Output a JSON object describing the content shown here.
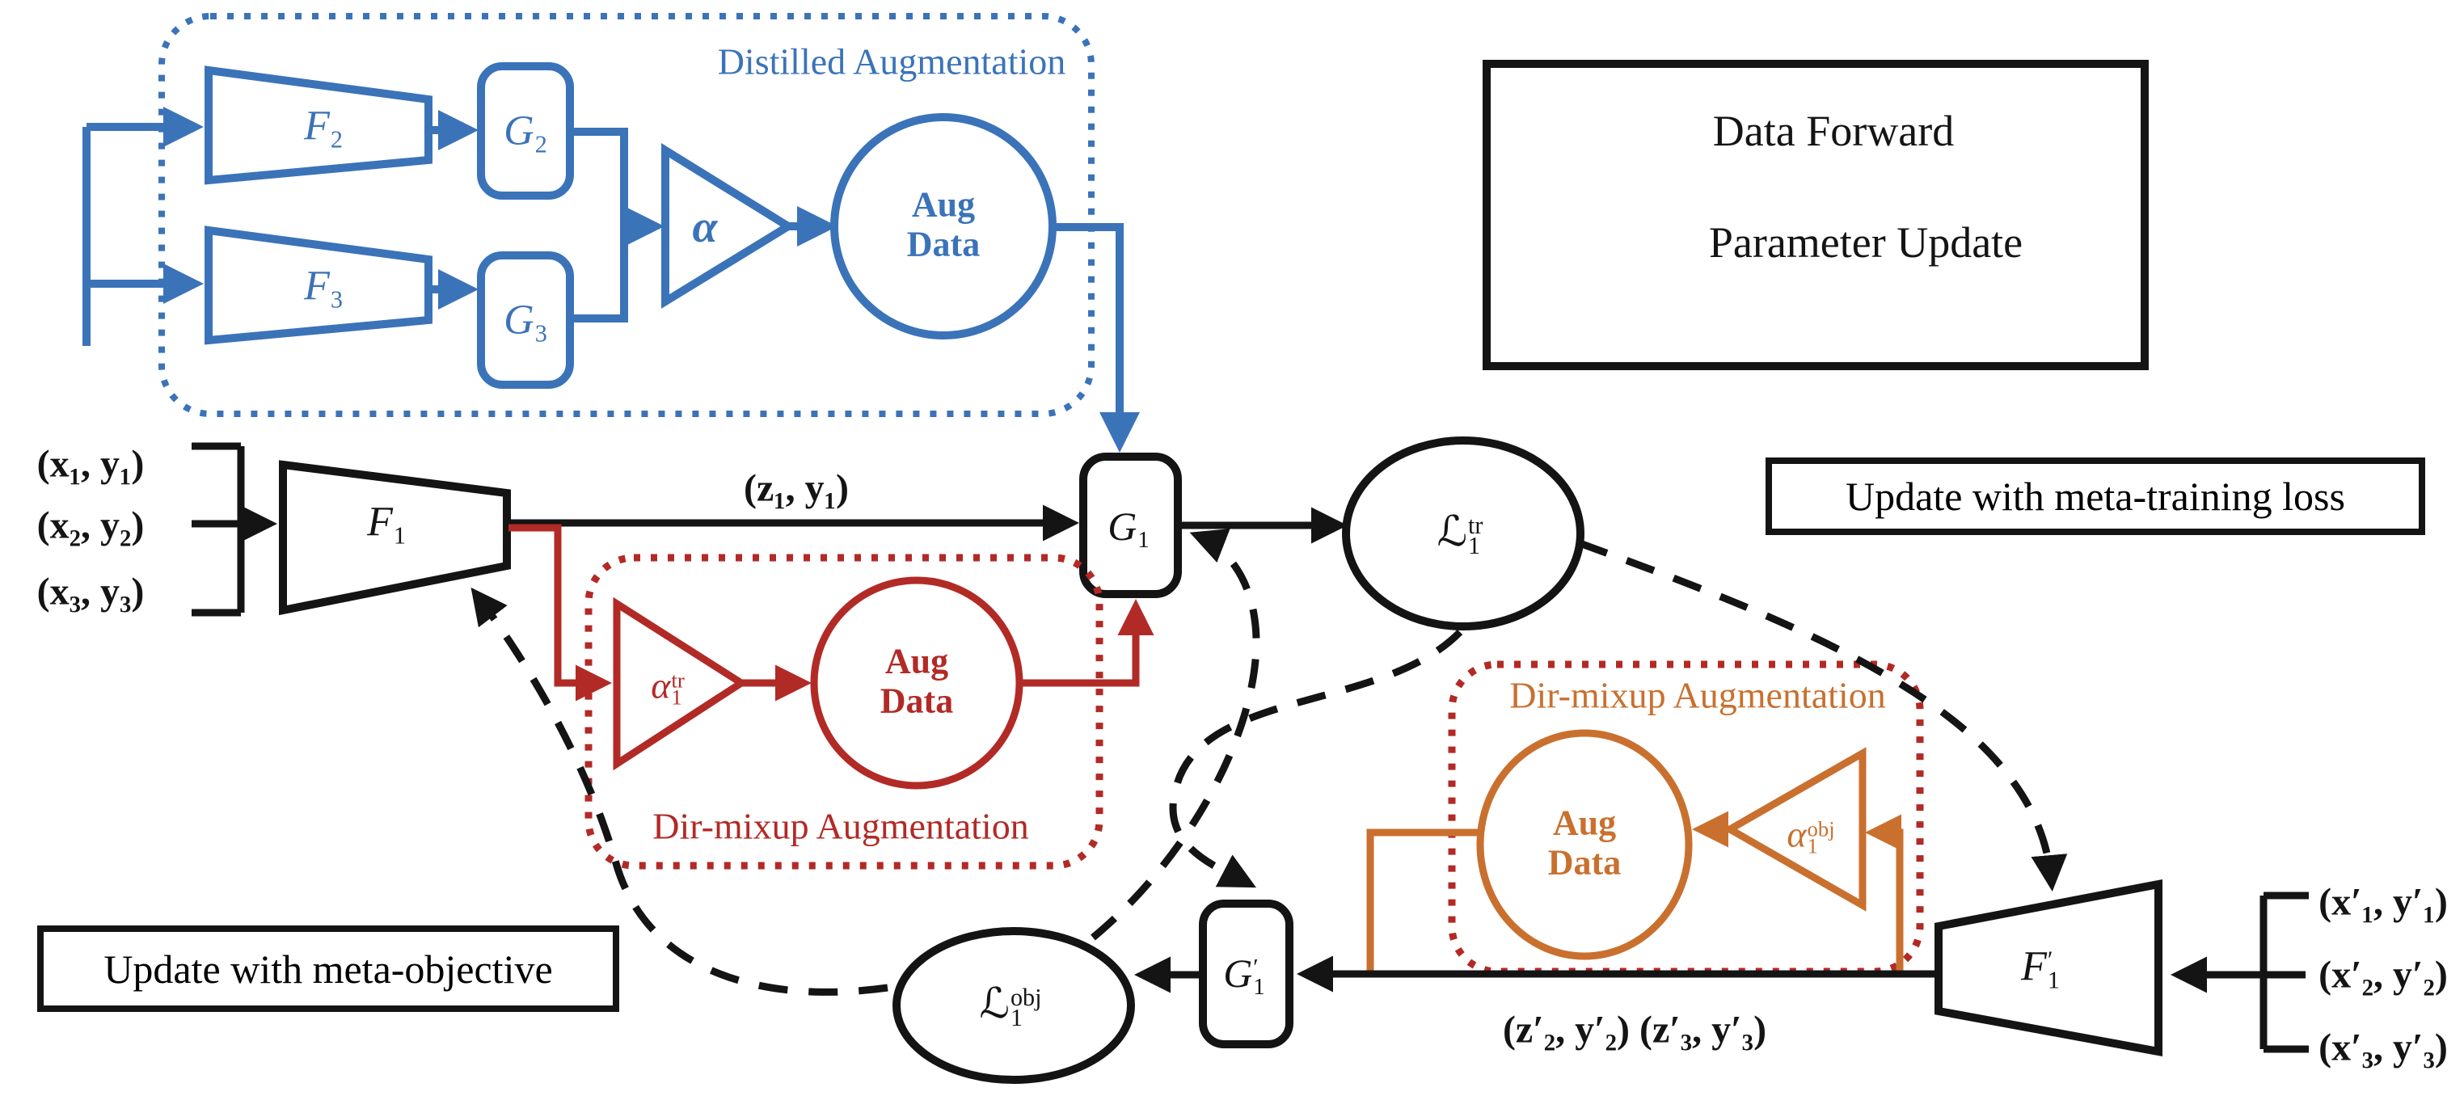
{
  "colors": {
    "blue": "#3b73b9",
    "red": "#b22a26",
    "orange": "#c9702f",
    "black": "#141414",
    "background": "#ffffff"
  },
  "legend": {
    "data_forward": "Data Forward",
    "parameter_update": "Parameter Update"
  },
  "annotations": {
    "update_training": "Update with meta-training loss",
    "update_objective": "Update with meta-objective"
  },
  "groups": {
    "distilled": {
      "title": "Distilled Augmentation"
    },
    "dir_mixup_red": {
      "title": "Dir-mixup Augmentation"
    },
    "dir_mixup_orange": {
      "title": "Dir-mixup Augmentation"
    }
  },
  "aug_data": {
    "line1": "Aug",
    "line2": "Data"
  },
  "nodes": {
    "f1": {
      "base": "F",
      "sub": "1",
      "sup": ""
    },
    "f2": {
      "base": "F",
      "sub": "2",
      "sup": ""
    },
    "f3": {
      "base": "F",
      "sub": "3",
      "sup": ""
    },
    "g1": {
      "base": "G",
      "sub": "1",
      "sup": ""
    },
    "g2": {
      "base": "G",
      "sub": "2",
      "sup": ""
    },
    "g3": {
      "base": "G",
      "sub": "3",
      "sup": ""
    },
    "alpha": {
      "base": "α",
      "sub": "",
      "sup": ""
    },
    "alpha1tr": {
      "base": "α",
      "sub": "1",
      "sup": "tr"
    },
    "alpha1obj": {
      "base": "α",
      "sub": "1",
      "sup": "obj"
    },
    "l1tr": {
      "base": "ℒ",
      "sub": "1",
      "sup": "tr"
    },
    "l1obj": {
      "base": "ℒ",
      "sub": "1",
      "sup": "obj"
    },
    "g1p": {
      "base": "G",
      "sub": "1",
      "sup": "′"
    },
    "f1p": {
      "base": "F",
      "sub": "1",
      "sup": "′"
    }
  },
  "io": {
    "in1": "(x₁, y₁)",
    "in2": "(x₂, y₂)",
    "in3": "(x₃, y₃)",
    "z1": "(z₁, y₁)",
    "z23p": "(z′₂, y′₂) (z′₃, y′₃)",
    "in1p": "(x′₁, y′₁)",
    "in2p": "(x′₂, y′₂)",
    "in3p": "(x′₃, y′₃)"
  }
}
